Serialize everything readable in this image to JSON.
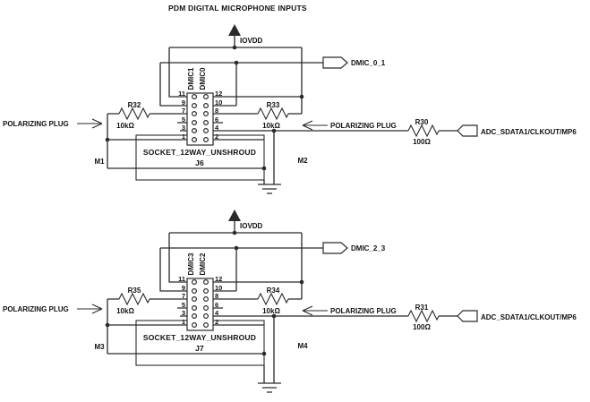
{
  "title": "PDM DIGITAL MICROPHONE INPUTS",
  "power_net": "IOVDD",
  "annotations": {
    "polarizing_plug": "POLARIZING PLUG"
  },
  "connector_pins": {
    "left": [
      "11",
      "9",
      "7",
      "5",
      "3",
      "1"
    ],
    "right": [
      "12",
      "10",
      "8",
      "6",
      "4",
      "2"
    ]
  },
  "colors": {
    "line": "#2a2a2a",
    "text": "#111111",
    "background": "#ffffff"
  },
  "circuits": [
    {
      "port": "DMIC_0_1",
      "adc_port": "ADC_SDATA1/CLKOUT/MP6",
      "socket": "SOCKET_12WAY_UNSHROUD",
      "refdes": "J6",
      "mic_labels": {
        "left": "DMIC1",
        "right": "DMIC0"
      },
      "mount_left": "M1",
      "mount_right": "M2",
      "resistors": {
        "left": {
          "ref": "R32",
          "value": "10kΩ"
        },
        "right": {
          "ref": "R33",
          "value": "10kΩ"
        },
        "series": {
          "ref": "R30",
          "value": "100Ω"
        }
      }
    },
    {
      "port": "DMIC_2_3",
      "adc_port": "ADC_SDATA1/CLKOUT/MP6",
      "socket": "SOCKET_12WAY_UNSHROUD",
      "refdes": "J7",
      "mic_labels": {
        "left": "DMIC3",
        "right": "DMIC2"
      },
      "mount_left": "M3",
      "mount_right": "M4",
      "resistors": {
        "left": {
          "ref": "R35",
          "value": "10kΩ"
        },
        "right": {
          "ref": "R34",
          "value": "10kΩ"
        },
        "series": {
          "ref": "R31",
          "value": "100Ω"
        }
      }
    }
  ]
}
